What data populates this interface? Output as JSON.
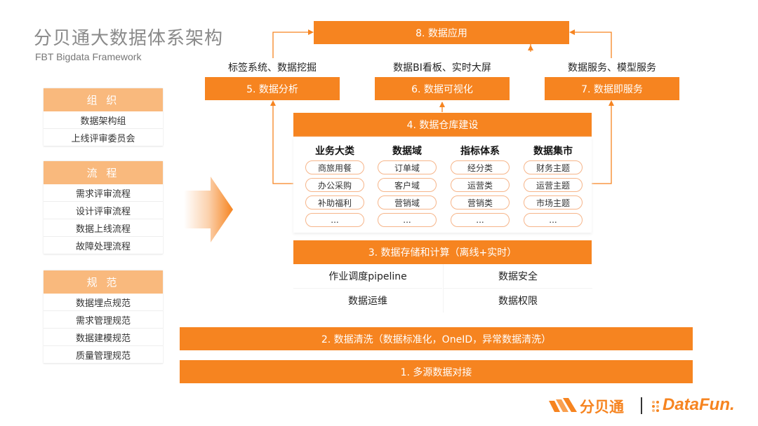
{
  "header": {
    "title": "分贝通大数据体系架构",
    "subtitle": "FBT Bigdata Framework"
  },
  "sidebar": {
    "org": {
      "label": "组 织",
      "items": [
        "数据架构组",
        "上线评审委员会"
      ]
    },
    "process": {
      "label": "流 程",
      "items": [
        "需求评审流程",
        "设计评审流程",
        "数据上线流程",
        "故障处理流程"
      ]
    },
    "standard": {
      "label": "规 范",
      "items": [
        "数据埋点规范",
        "需求管理规范",
        "数据建模规范",
        "质量管理规范"
      ]
    }
  },
  "layers": {
    "app": "8. 数据应用",
    "analysis": {
      "label": "5. 数据分析",
      "caption": "标签系统、数据挖掘"
    },
    "visual": {
      "label": "6. 数据可视化",
      "caption": "数据BI看板、实时大屏"
    },
    "service": {
      "label": "7. 数据即服务",
      "caption": "数据服务、模型服务"
    },
    "warehouse": {
      "label": "4. 数据仓库建设",
      "columns": [
        {
          "title": "业务大类",
          "items": [
            "商旅用餐",
            "办公采购",
            "补助福利",
            "..."
          ]
        },
        {
          "title": "数据域",
          "items": [
            "订单域",
            "客户域",
            "营销域",
            "..."
          ]
        },
        {
          "title": "指标体系",
          "items": [
            "经分类",
            "运营类",
            "营销类",
            "..."
          ]
        },
        {
          "title": "数据集市",
          "items": [
            "财务主题",
            "运营主题",
            "市场主题",
            "..."
          ]
        }
      ]
    },
    "storage": {
      "label": "3. 数据存储和计算（离线+实时）",
      "cells": [
        "作业调度pipeline",
        "数据安全",
        "数据运维",
        "数据权限"
      ]
    },
    "cleaning": "2. 数据清洗（数据标准化，OneID，异常数据清洗）",
    "sources": "1. 多源数据对接"
  },
  "footer": {
    "brand_cn": "分贝通",
    "brand_en": "DataFun."
  },
  "colors": {
    "orange": "#f68420",
    "light_orange": "#f9b97d",
    "pill_border": "#f6b58a"
  }
}
